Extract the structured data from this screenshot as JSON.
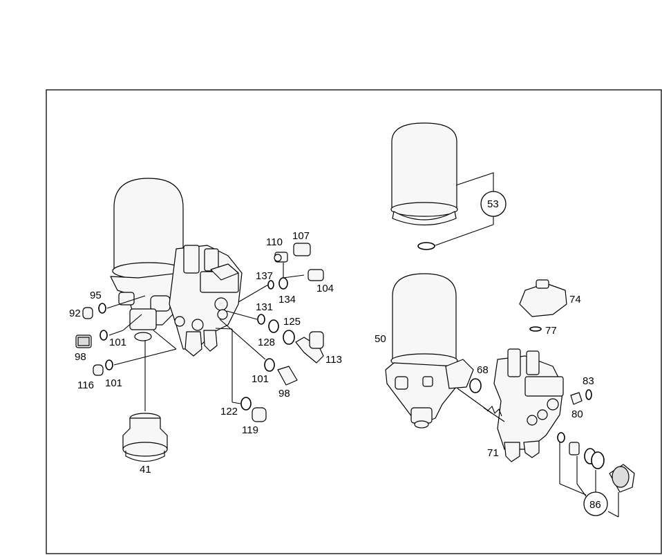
{
  "callouts": {
    "c41": "41",
    "c50": "50",
    "c53": "53",
    "c68": "68",
    "c71": "71",
    "c74": "74",
    "c77": "77",
    "c80": "80",
    "c83": "83",
    "c86": "86",
    "c92": "92",
    "c95": "95",
    "c98a": "98",
    "c98b": "98",
    "c101a": "101",
    "c101b": "101",
    "c101c": "101",
    "c104": "104",
    "c107": "107",
    "c110": "110",
    "c113": "113",
    "c116": "116",
    "c119": "119",
    "c122": "122",
    "c125": "125",
    "c128": "128",
    "c131": "131",
    "c134": "134",
    "c137": "137"
  }
}
